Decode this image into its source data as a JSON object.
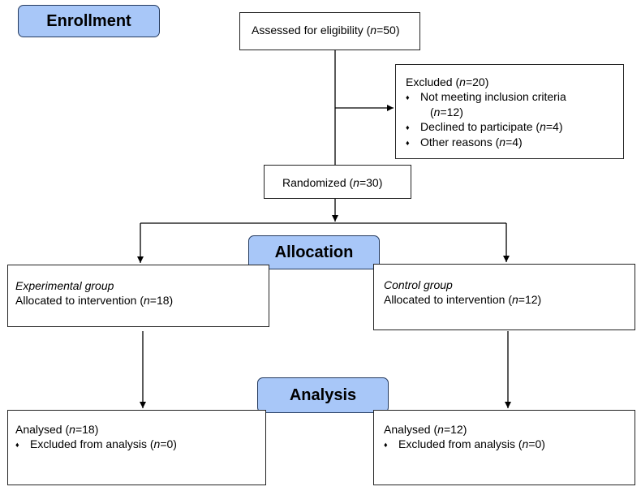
{
  "stages": {
    "enrollment": "Enrollment",
    "allocation": "Allocation",
    "analysis": "Analysis"
  },
  "assessed": {
    "pre": "Assessed for eligibility",
    "n": "n",
    "post": "=50)"
  },
  "excluded": {
    "title_pre": "Excluded (",
    "title_n": "n",
    "title_post": "=20)",
    "items": [
      {
        "bullet": "♦",
        "text": "Not meeting inclusion criteria",
        "cont_pre": "(",
        "cont_n": "n",
        "cont_post": "=12)"
      },
      {
        "bullet": "♦",
        "text": "Declined to participate (",
        "n": "n",
        "post": "=4)"
      },
      {
        "bullet": "♦",
        "text": "Other reasons (",
        "n": "n",
        "post": "=4)"
      }
    ]
  },
  "randomized": {
    "pre": "Randomized (",
    "n": "n",
    "post": "=30)"
  },
  "experimental": {
    "group": "Experimental group",
    "pre": "Allocated to intervention (",
    "n": "n",
    "post": "=18)"
  },
  "control": {
    "group": "Control group",
    "pre": "Allocated to intervention (",
    "n": "n",
    "post": "=12)"
  },
  "analysed_experimental": {
    "pre": "Analysed (",
    "n": "n",
    "post": "=18)",
    "bullet": "♦",
    "item_pre": "Excluded from analysis (",
    "item_n": "n",
    "item_post": "=0)"
  },
  "analysed_control": {
    "pre": "Analysed (",
    "n": "n",
    "post": "=12)",
    "bullet": "♦",
    "item_pre": "Excluded from analysis (",
    "item_n": "n",
    "item_post": "=0)"
  },
  "colors": {
    "stage_fill": "#a8c7f8",
    "stage_border": "#243a5e",
    "line": "#000000"
  }
}
